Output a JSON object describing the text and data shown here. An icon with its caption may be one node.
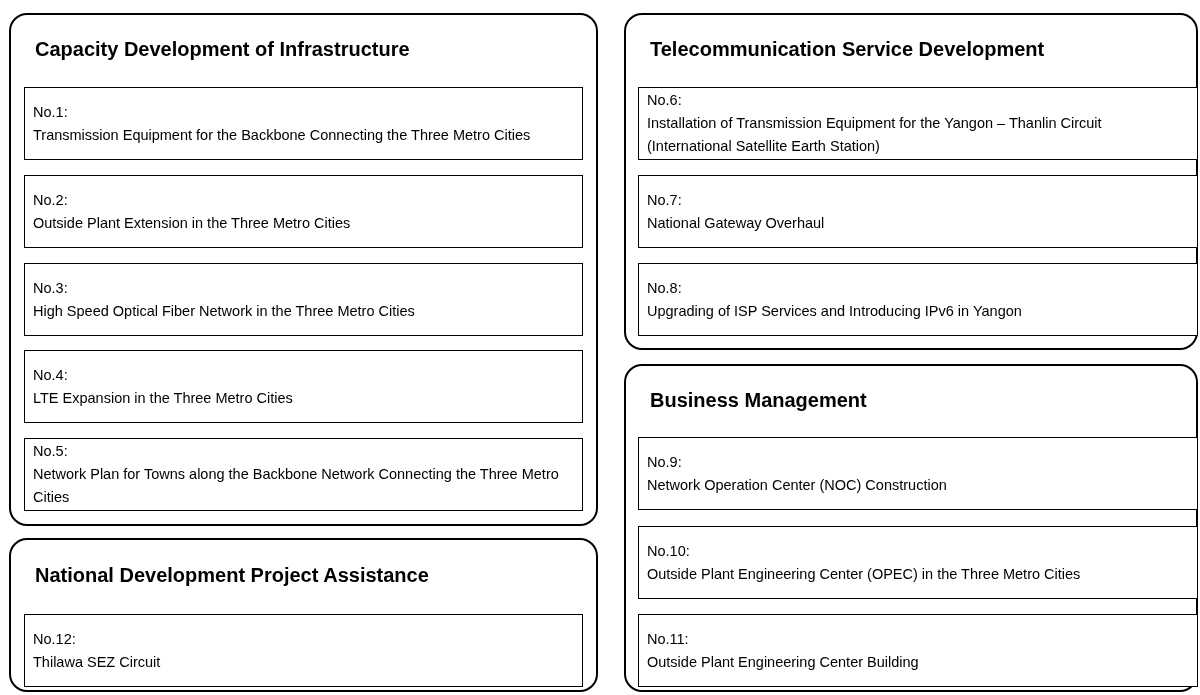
{
  "diagram": {
    "nodes": [
      {
        "text": [
          "Capacity Development of Infrastructure"
        ]
      },
      {
        "text": [
          "No.1:",
          "Transmission Equipment for the Backbone Connecting the Three Metro Cities"
        ],
        "in": 0
      },
      {
        "text": [
          "No.2:",
          "Outside Plant Extension in the Three Metro Cities"
        ],
        "in": 0
      },
      {
        "text": [
          "No.3:",
          "High Speed Optical Fiber Network in the Three Metro Cities"
        ],
        "in": 0
      },
      {
        "text": [
          "No.4:",
          "LTE Expansion in the Three Metro Cities"
        ],
        "in": 0
      },
      {
        "text": [
          "No.5:",
          "Network Plan for Towns along the Backbone Network Connecting the Three Metro Cities"
        ],
        "in": 0
      },
      {
        "text": [
          "Telecommunication Service Development"
        ]
      },
      {
        "text": [
          "No.6:",
          "Installation of Transmission Equipment for the Yangon – Thanlin Circuit (International Satellite Earth Station)"
        ],
        "in": 6
      },
      {
        "text": [
          "No.7:",
          "National Gateway Overhaul"
        ],
        "in": 6
      },
      {
        "text": [
          "No.8:",
          "Upgrading of ISP Services and Introducing IPv6 in Yangon"
        ],
        "in": 6
      },
      {
        "text": [
          "National Development Project Assistance"
        ]
      },
      {
        "text": [
          "No.12:",
          "Thilawa SEZ Circuit"
        ],
        "in": 10
      },
      {
        "text": [
          "Business Management"
        ]
      },
      {
        "text": [
          "No.9:",
          "Network Operation Center (NOC) Construction"
        ],
        "in": 12
      },
      {
        "text": [
          "No.10:",
          "Outside Plant Engineering Center (OPEC) in the Three Metro Cities"
        ],
        "in": 12
      },
      {
        "text": [
          "No.11:",
          "Outside Plant Engineering Center Building"
        ],
        "in": 12
      }
    ]
  }
}
